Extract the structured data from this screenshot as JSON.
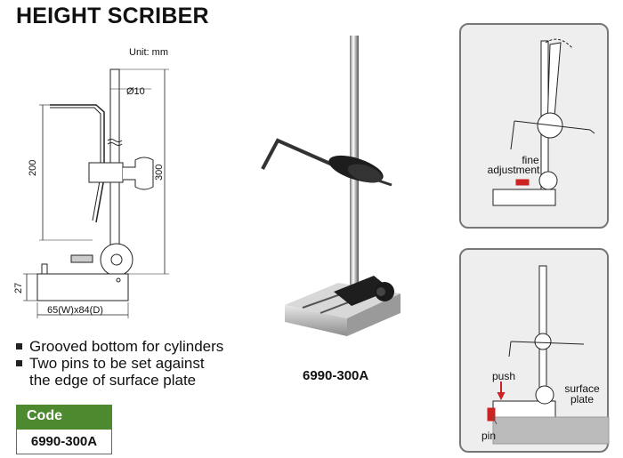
{
  "title": "HEIGHT SCRIBER",
  "drawing": {
    "unit": "Unit: mm",
    "diameter": "Ø10",
    "height_scribe": "200",
    "height_total": "300",
    "base_height": "27",
    "base_size": "65(W)x84(D)"
  },
  "features": [
    "Grooved bottom for cylinders",
    "Two pins to be set against",
    "the edge of surface plate"
  ],
  "model_caption": "6990-300A",
  "code": {
    "header": "Code",
    "value": "6990-300A"
  },
  "panel_top": {
    "fine_adjustment_line1": "fine",
    "fine_adjustment_line2": "adjustment"
  },
  "panel_bottom": {
    "push": "push",
    "surface_line1": "surface",
    "surface_line2": "plate",
    "pin": "pin"
  }
}
